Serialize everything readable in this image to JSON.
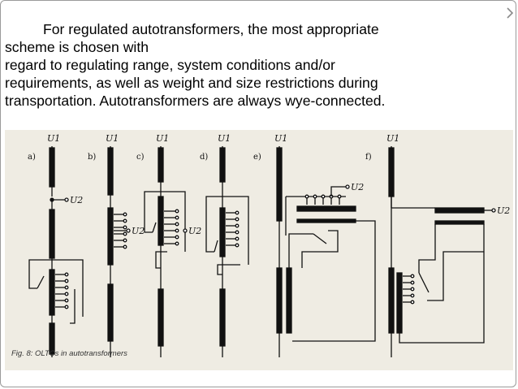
{
  "slide": {
    "paragraph_lines": [
      "For regulated autotransformers, the most appropriate",
      "scheme is chosen with",
      "regard to regulating range, system conditions and/or",
      "requirements, as well as weight and size restrictions during",
      "transportation. Autotransformers are always wye-connected."
    ],
    "figure": {
      "caption": "Fig. 8: OLTCs in autotransformers",
      "panel_tags": [
        "a)",
        "b)",
        "c)",
        "d)",
        "e)",
        "f)"
      ],
      "input_label": "U1",
      "output_label": "U2"
    },
    "nav_icon": "chevron-right-icon"
  }
}
